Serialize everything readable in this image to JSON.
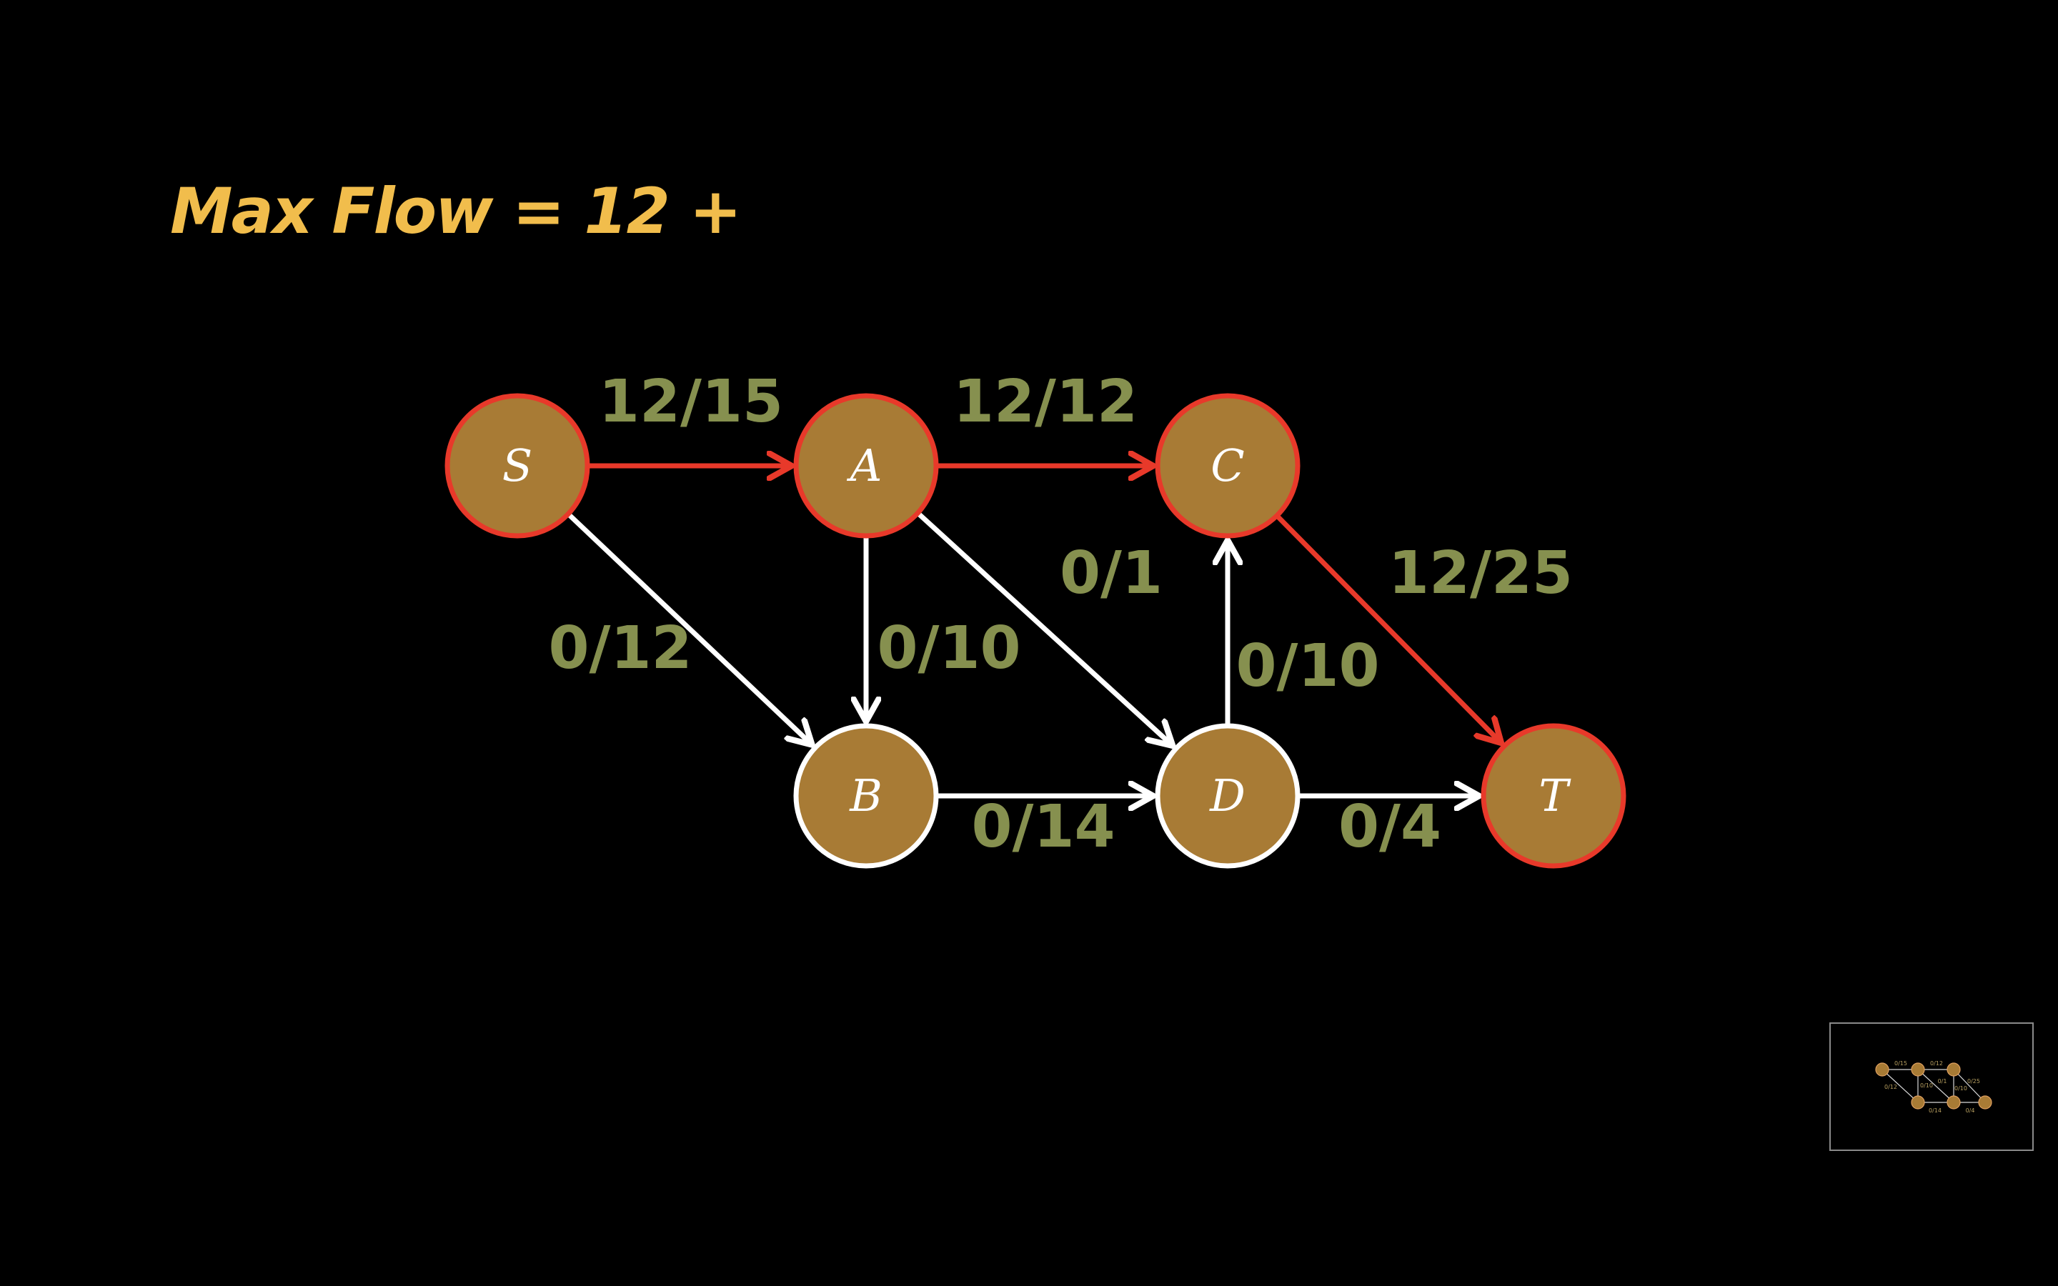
{
  "title": "Max Flow = 12 +",
  "colors": {
    "background": "#000000",
    "title": "#f1bd4c",
    "node_fill": "#a87b35",
    "node_label": "#ffffff",
    "path_edge": "#e8392a",
    "normal_edge": "#ffffff",
    "edge_label": "#86904f"
  },
  "nodes": [
    {
      "id": "S",
      "label": "S",
      "on_path": true
    },
    {
      "id": "A",
      "label": "A",
      "on_path": true
    },
    {
      "id": "C",
      "label": "C",
      "on_path": true
    },
    {
      "id": "B",
      "label": "B",
      "on_path": false
    },
    {
      "id": "D",
      "label": "D",
      "on_path": false
    },
    {
      "id": "T",
      "label": "T",
      "on_path": true
    }
  ],
  "edges": [
    {
      "from": "S",
      "to": "A",
      "label": "12/15",
      "on_path": true
    },
    {
      "from": "A",
      "to": "C",
      "label": "12/12",
      "on_path": true
    },
    {
      "from": "C",
      "to": "T",
      "label": "12/25",
      "on_path": true
    },
    {
      "from": "S",
      "to": "B",
      "label": "0/12",
      "on_path": false
    },
    {
      "from": "A",
      "to": "B",
      "label": "0/10",
      "on_path": false
    },
    {
      "from": "A",
      "to": "D",
      "label": "0/1",
      "on_path": false
    },
    {
      "from": "D",
      "to": "C",
      "label": "0/10",
      "on_path": false
    },
    {
      "from": "B",
      "to": "D",
      "label": "0/14",
      "on_path": false
    },
    {
      "from": "D",
      "to": "T",
      "label": "0/4",
      "on_path": false
    }
  ],
  "thumbnail": {
    "edge_labels": [
      "0/15",
      "0/12",
      "0/25",
      "0/12",
      "0/10",
      "0/1",
      "0/10",
      "0/14",
      "0/4"
    ]
  }
}
